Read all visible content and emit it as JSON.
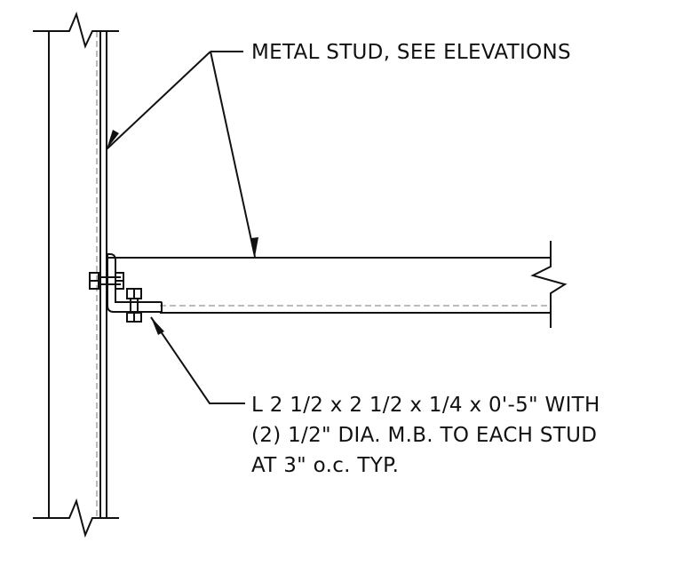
{
  "notes": {
    "metal_stud": "METAL STUD, SEE ELEVATIONS",
    "angle_lines": [
      "L 2 1/2 x 2 1/2 x 1/4 x 0'-5\" WITH",
      "(2) 1/2\" DIA. M.B. TO EACH STUD",
      "AT 3\" o.c. TYP."
    ]
  },
  "colors": {
    "line": "#111111",
    "hidden_line": "#777777",
    "background": "#ffffff"
  }
}
